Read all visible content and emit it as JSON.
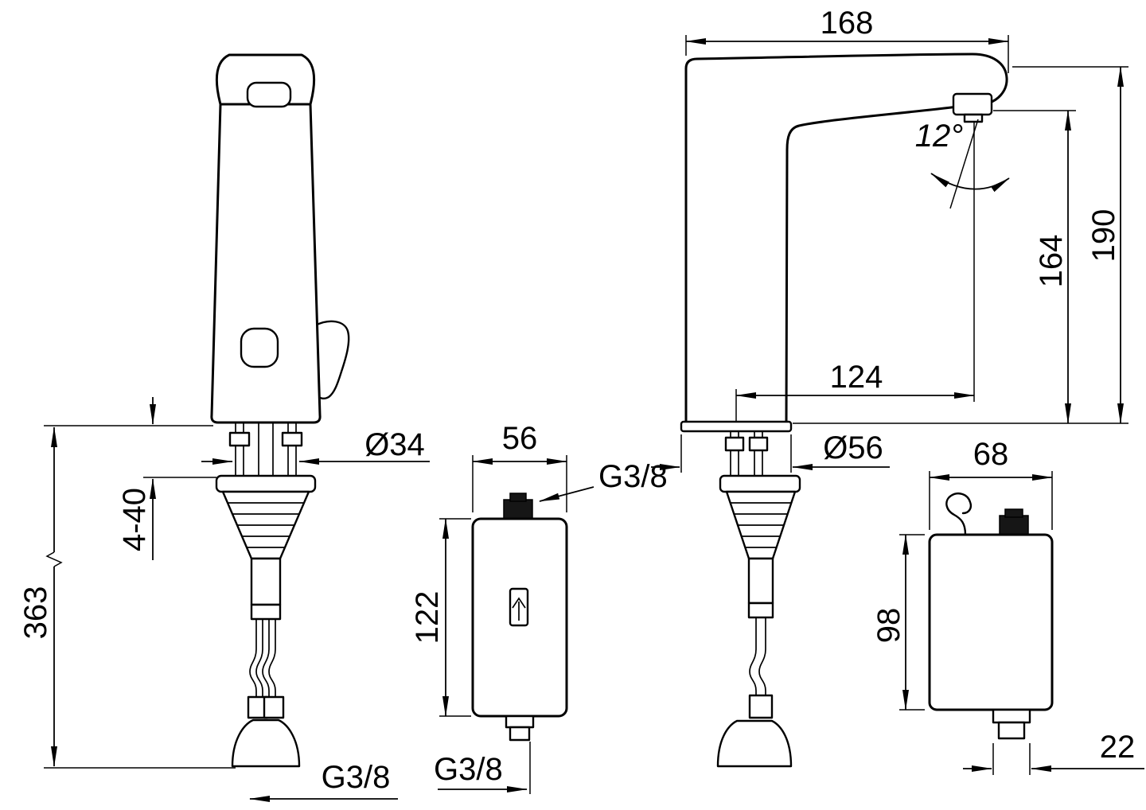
{
  "colors": {
    "line": "#000000",
    "background": "#ffffff",
    "connector_fill": "#161616"
  },
  "views": {
    "faucet_front": {
      "dims": {
        "shank_diameter": "Ø34",
        "deck_thickness_range": "4-40",
        "below_deck_length": "363",
        "inlet_thread": "G3/8"
      }
    },
    "control_box_front": {
      "dims": {
        "width": "56",
        "top_thread": "G3/8",
        "height": "122",
        "bottom_thread": "G3/8"
      }
    },
    "faucet_side": {
      "dims": {
        "depth": "168",
        "spray_angle": "12°",
        "total_height": "190",
        "outlet_height": "164",
        "spout_reach": "124",
        "base_diameter": "Ø56"
      }
    },
    "control_box_side": {
      "dims": {
        "depth": "68",
        "height": "98",
        "connector_width": "22"
      }
    }
  }
}
